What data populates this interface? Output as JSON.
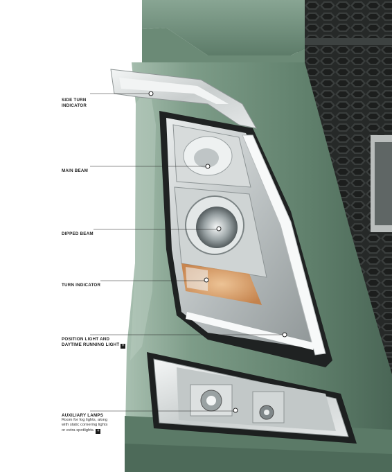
{
  "callouts": [
    {
      "id": "side-turn-indicator",
      "lines": [
        "SIDE TURN",
        "INDICATOR"
      ],
      "has_plus": false
    },
    {
      "id": "main-beam",
      "lines": [
        "MAIN BEAM"
      ],
      "has_plus": false
    },
    {
      "id": "dipped-beam",
      "lines": [
        "DIPPED BEAM"
      ],
      "has_plus": false
    },
    {
      "id": "turn-indicator",
      "lines": [
        "TURN INDICATOR"
      ],
      "has_plus": false
    },
    {
      "id": "position-light",
      "lines": [
        "POSITION LIGHT AND",
        "DAYTIME RUNNING LIGHT"
      ],
      "has_plus": true
    },
    {
      "id": "auxiliary-lamps",
      "lines": [
        "AUXILIARY LAMPS"
      ],
      "has_plus": false
    }
  ],
  "auxiliary_description": {
    "lines": [
      "Room for fog lights, along",
      "with static cornering lights",
      "or extra spotlights."
    ],
    "has_plus": true
  },
  "plus_glyph": "+",
  "colors": {
    "truck_green": "#6f8f79",
    "truck_green_dark": "#3f5a49",
    "grille": "#2a2d2c",
    "chrome": "#d9dcdc",
    "amber": "#e8a05a",
    "text": "#1a1a1a"
  }
}
